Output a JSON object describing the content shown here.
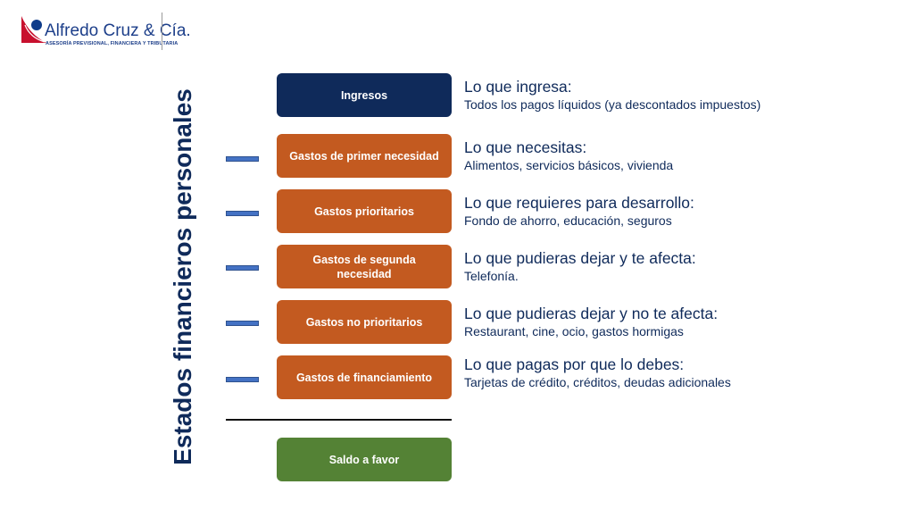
{
  "logo": {
    "name": "Alfredo Cruz & Cía.",
    "tagline": "ASESORÍA PREVISIONAL, FINANCIERA Y TRIBUTARIA"
  },
  "title": "Estados financieros personales",
  "rows": [
    {
      "label": "Ingresos",
      "heading": "Lo que ingresa:",
      "detail": "Todos los pagos líquidos (ya descontados impuestos)"
    },
    {
      "label": "Gastos de primer necesidad",
      "heading": "Lo que necesitas:",
      "detail": "Alimentos, servicios básicos, vivienda"
    },
    {
      "label": "Gastos prioritarios",
      "heading": "Lo que requieres para desarrollo:",
      "detail": "Fondo de ahorro, educación, seguros"
    },
    {
      "label": "Gastos de segunda necesidad",
      "heading": "Lo que pudieras dejar y te afecta:",
      "detail": "Telefonía."
    },
    {
      "label": "Gastos no prioritarios",
      "heading": "Lo que pudieras dejar y no te afecta:",
      "detail": "Restaurant, cine, ocio, gastos hormigas"
    },
    {
      "label": "Gastos de financiamiento",
      "heading": "Lo que pagas por que lo debes:",
      "detail": "Tarjetas de crédito, créditos, deudas adicionales"
    }
  ],
  "result": {
    "label": "Saldo a favor"
  },
  "colors": {
    "navy": "#0f2a5a",
    "orange": "#c35a20",
    "green": "#548235",
    "dash": "#4472c4"
  }
}
